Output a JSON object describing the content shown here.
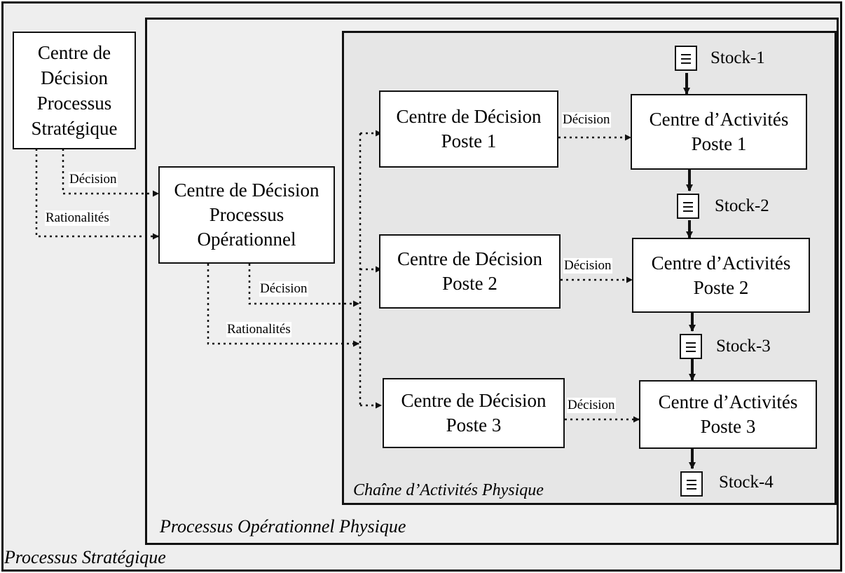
{
  "frames": {
    "strategic": "Processus Stratégique",
    "operational": "Processus Opérationnel Physique",
    "activity_chain": "Chaîne d’Activités Physique"
  },
  "boxes": {
    "strategic_center": "Centre de\nDécision\nProcessus\nStratégique",
    "operational_center": "Centre de Décision\nProcessus\nOpérationnel",
    "decision_poste_1": "Centre de Décision\nPoste 1",
    "decision_poste_2": "Centre de Décision\nPoste 2",
    "decision_poste_3": "Centre de Décision\nPoste 3",
    "activity_poste_1": "Centre d’Activités\nPoste 1",
    "activity_poste_2": "Centre d’Activités\nPoste 2",
    "activity_poste_3": "Centre d’Activités\nPoste 3"
  },
  "edge_labels": {
    "decision": "Décision",
    "rationalites": "Rationalités"
  },
  "stocks": [
    "Stock-1",
    "Stock-2",
    "Stock-3",
    "Stock-4"
  ]
}
